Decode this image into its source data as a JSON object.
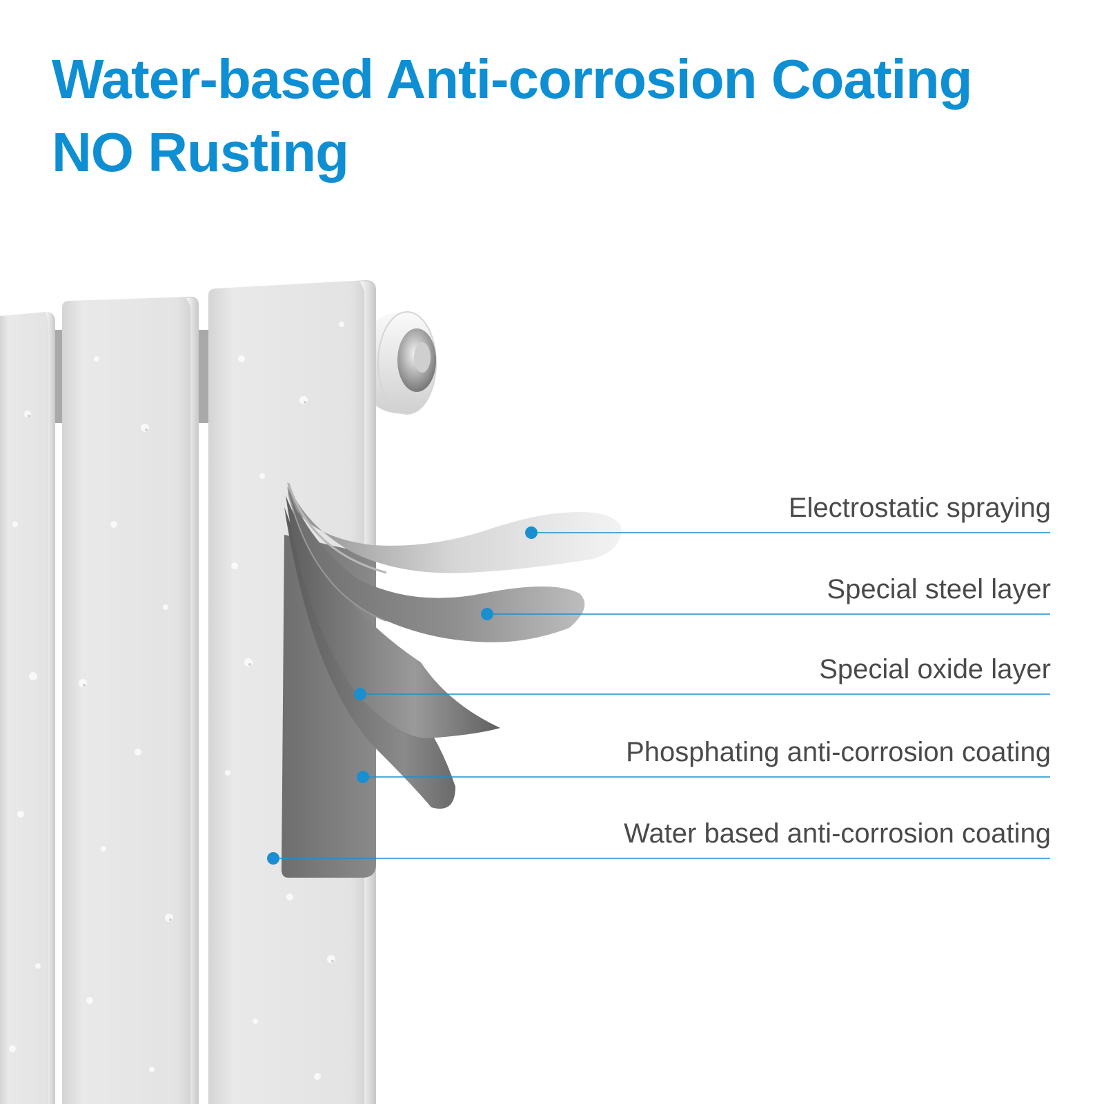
{
  "headline": {
    "line1": "Water-based Anti-corrosion Coating",
    "line2": "NO Rusting"
  },
  "layers": [
    {
      "label": "Electrostatic spraying"
    },
    {
      "label": "Special steel layer"
    },
    {
      "label": "Special oxide layer"
    },
    {
      "label": "Phosphating anti-corrosion coating"
    },
    {
      "label": "Water based anti-corrosion coating"
    }
  ],
  "colors": {
    "headline": "#0f8fd3",
    "leader": "#1a8fcf",
    "label_text": "#4a4a4a"
  }
}
